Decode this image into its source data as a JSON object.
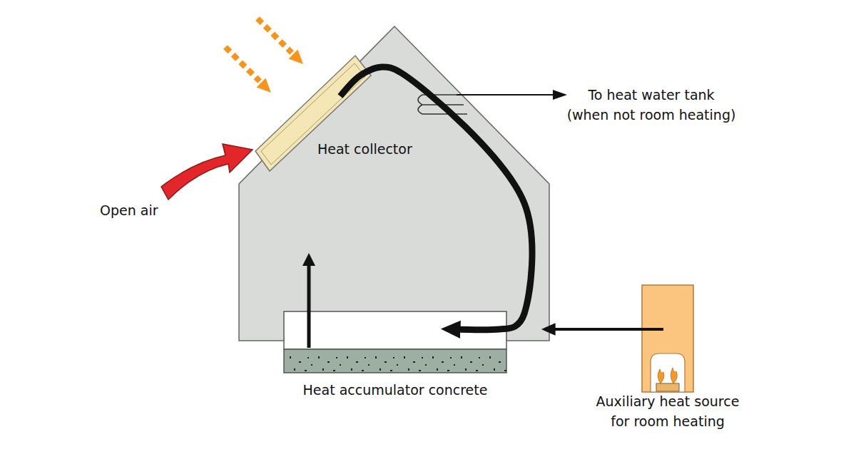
{
  "diagram": {
    "nodes": [
      {
        "text": [
          "Heat collector"
        ]
      },
      {
        "text": [
          "Heat accumulator concrete"
        ]
      },
      {
        "text": [
          "Auxiliary heat source for room heating"
        ]
      }
    ],
    "edges": [
      {
        "from": 0,
        "to": 1,
        "arrow": "to"
      },
      {
        "from": 2,
        "to": 1,
        "arrow": "to"
      }
    ],
    "labels": [
      "To heat water tank (when not room heating)",
      "Open air"
    ]
  }
}
